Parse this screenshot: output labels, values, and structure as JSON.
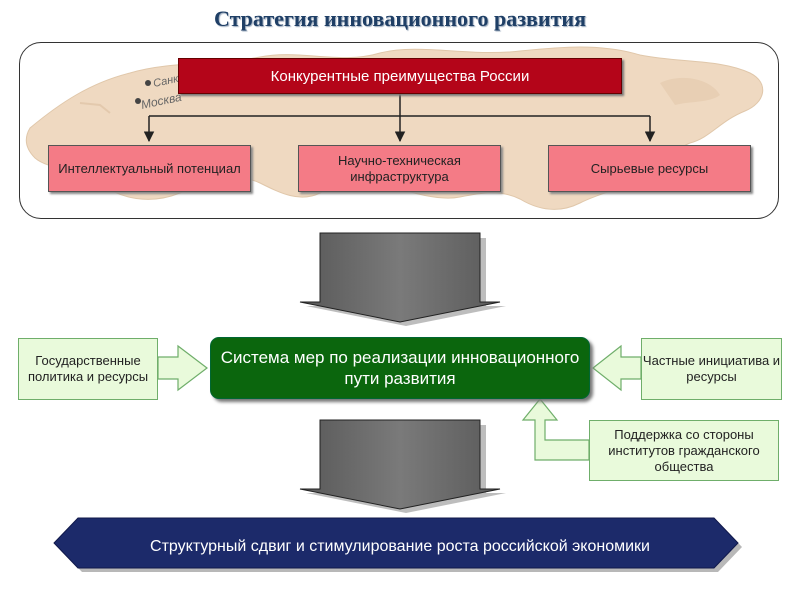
{
  "title": "Стратегия инновационного развития",
  "map_labels": [
    "Санкт-",
    "Москва"
  ],
  "competitive_advantages": {
    "label": "Конкурентные преимущества России",
    "items": [
      "Интеллектуальный потенциал",
      "Научно-техническая инфраструктура",
      "Сырьевые ресурсы"
    ]
  },
  "system": {
    "label": "Система мер по реализации инновационного пути развития"
  },
  "inputs": {
    "left": "Государственные политика и ресурсы",
    "right": "Частные инициатива и ресурсы",
    "bottom": "Поддержка со стороны институтов гражданского общества"
  },
  "result": "Структурный сдвиг и стимулирование роста российской экономики",
  "colors": {
    "title": "#1f3f66",
    "top_box": "#b40519",
    "advantage_box": "#f47b86",
    "system_box": "#0b660d",
    "input_box": "#e9fadb",
    "result_bar": "#1c2a6a",
    "map": "#efd9c1",
    "big_arrow": "#6b6b6b"
  }
}
